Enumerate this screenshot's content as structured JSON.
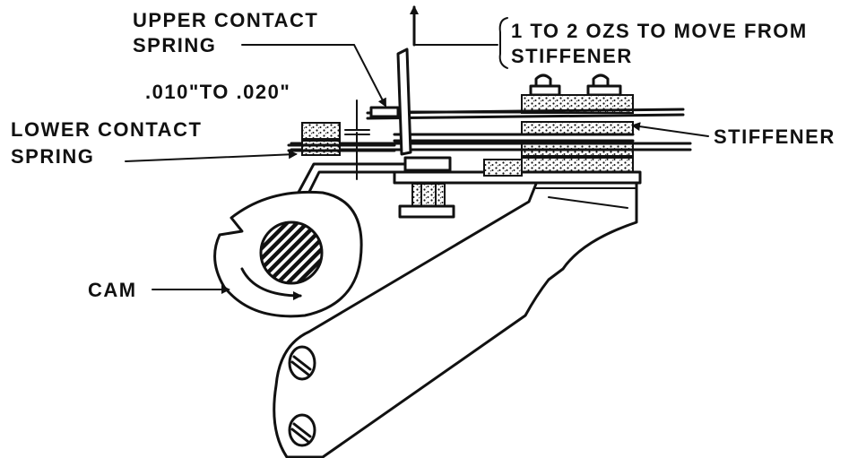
{
  "labels": {
    "upper_contact_spring_line1": "UPPER CONTACT",
    "upper_contact_spring_line2": "SPRING",
    "gap_spec": ".010\"TO .020\"",
    "lower_contact_spring_line1": "LOWER CONTACT",
    "lower_contact_spring_line2": "SPRING",
    "force_note_line1": "1 TO 2 OZS TO MOVE FROM",
    "force_note_line2": "STIFFENER",
    "stiffener": "STIFFENER",
    "cam": "CAM"
  },
  "colors": {
    "ink": "#111111",
    "paper": "#ffffff"
  }
}
